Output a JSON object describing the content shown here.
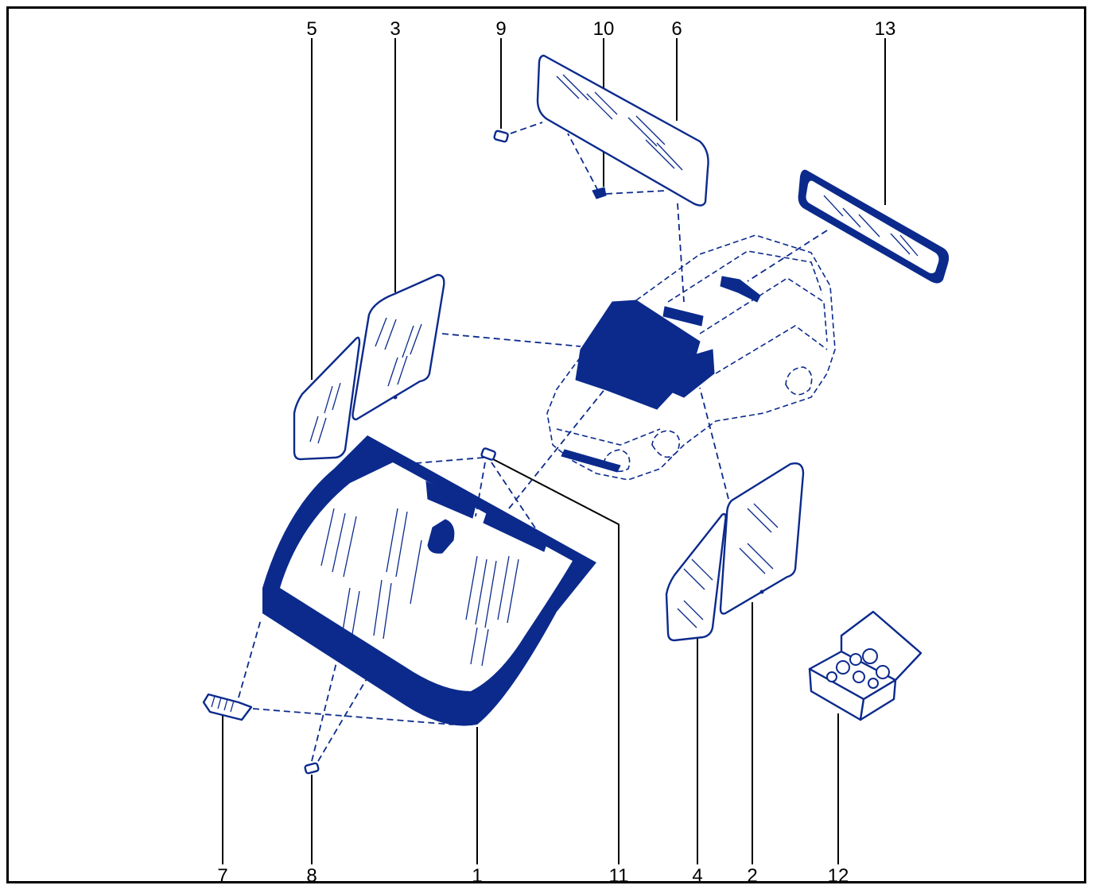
{
  "colors": {
    "ink": "#0b2a8c",
    "label": "#000000",
    "frame": "#000000"
  },
  "callouts": {
    "c1": "1",
    "c2": "2",
    "c3": "3",
    "c4": "4",
    "c5": "5",
    "c6": "6",
    "c7": "7",
    "c8": "8",
    "c9": "9",
    "c10": "10",
    "c11": "11",
    "c12": "12",
    "c13": "13"
  },
  "parts": [
    {
      "id": "1",
      "icon": "windscreen"
    },
    {
      "id": "2",
      "icon": "right-front-door-glass"
    },
    {
      "id": "3",
      "icon": "left-front-door-glass"
    },
    {
      "id": "4",
      "icon": "right-quarter-glass"
    },
    {
      "id": "5",
      "icon": "left-quarter-glass"
    },
    {
      "id": "6",
      "icon": "roof-glass-panel"
    },
    {
      "id": "7",
      "icon": "rain-light-sensor"
    },
    {
      "id": "8",
      "icon": "clip"
    },
    {
      "id": "9",
      "icon": "clip"
    },
    {
      "id": "10",
      "icon": "fastener"
    },
    {
      "id": "11",
      "icon": "clip"
    },
    {
      "id": "12",
      "icon": "fitting-kit-box"
    },
    {
      "id": "13",
      "icon": "rear-window-glass"
    }
  ]
}
